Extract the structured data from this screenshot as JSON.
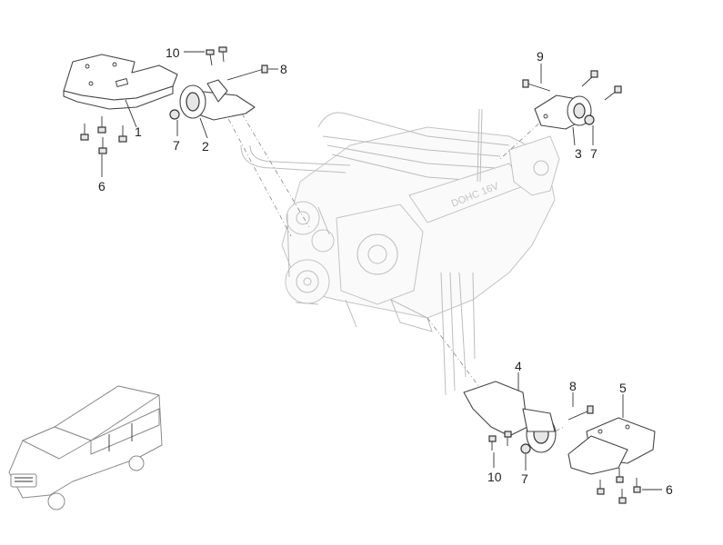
{
  "diagram": {
    "callouts": [
      {
        "id": "c1",
        "text": "1"
      },
      {
        "id": "c2",
        "text": "2"
      },
      {
        "id": "c3",
        "text": "3"
      },
      {
        "id": "c4",
        "text": "4"
      },
      {
        "id": "c5",
        "text": "5"
      },
      {
        "id": "c6a",
        "text": "6"
      },
      {
        "id": "c6b",
        "text": "6"
      },
      {
        "id": "c7a",
        "text": "7"
      },
      {
        "id": "c7b",
        "text": "7"
      },
      {
        "id": "c7c",
        "text": "7"
      },
      {
        "id": "c8a",
        "text": "8"
      },
      {
        "id": "c8b",
        "text": "8"
      },
      {
        "id": "c9",
        "text": "9"
      },
      {
        "id": "c10a",
        "text": "10"
      },
      {
        "id": "c10b",
        "text": "10"
      }
    ],
    "engine_label": "DOHC 16V"
  }
}
